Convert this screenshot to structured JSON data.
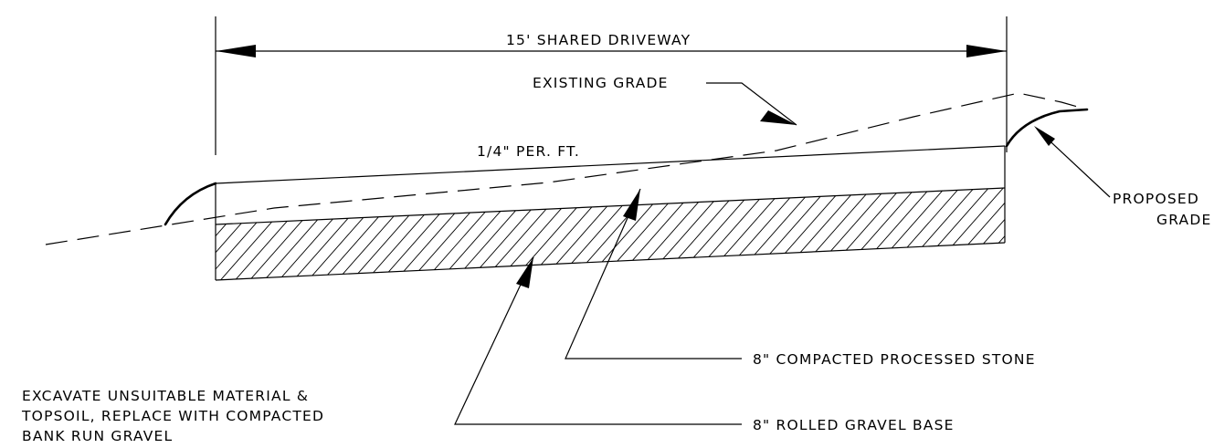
{
  "labels": {
    "driveway_width": "15' SHARED DRIVEWAY",
    "existing_grade": "EXISTING GRADE",
    "slope": "1/4\" PER. FT.",
    "proposed_grade_line1": "PROPOSED",
    "proposed_grade_line2": "GRADE",
    "processed_stone": "8\" COMPACTED PROCESSED STONE",
    "excavate_line1": "EXCAVATE UNSUITABLE MATERIAL &",
    "excavate_line2": "TOPSOIL, REPLACE WITH COMPACTED",
    "excavate_line3": "BANK RUN GRAVEL",
    "gravel_base": "8\" ROLLED GRAVEL BASE"
  }
}
